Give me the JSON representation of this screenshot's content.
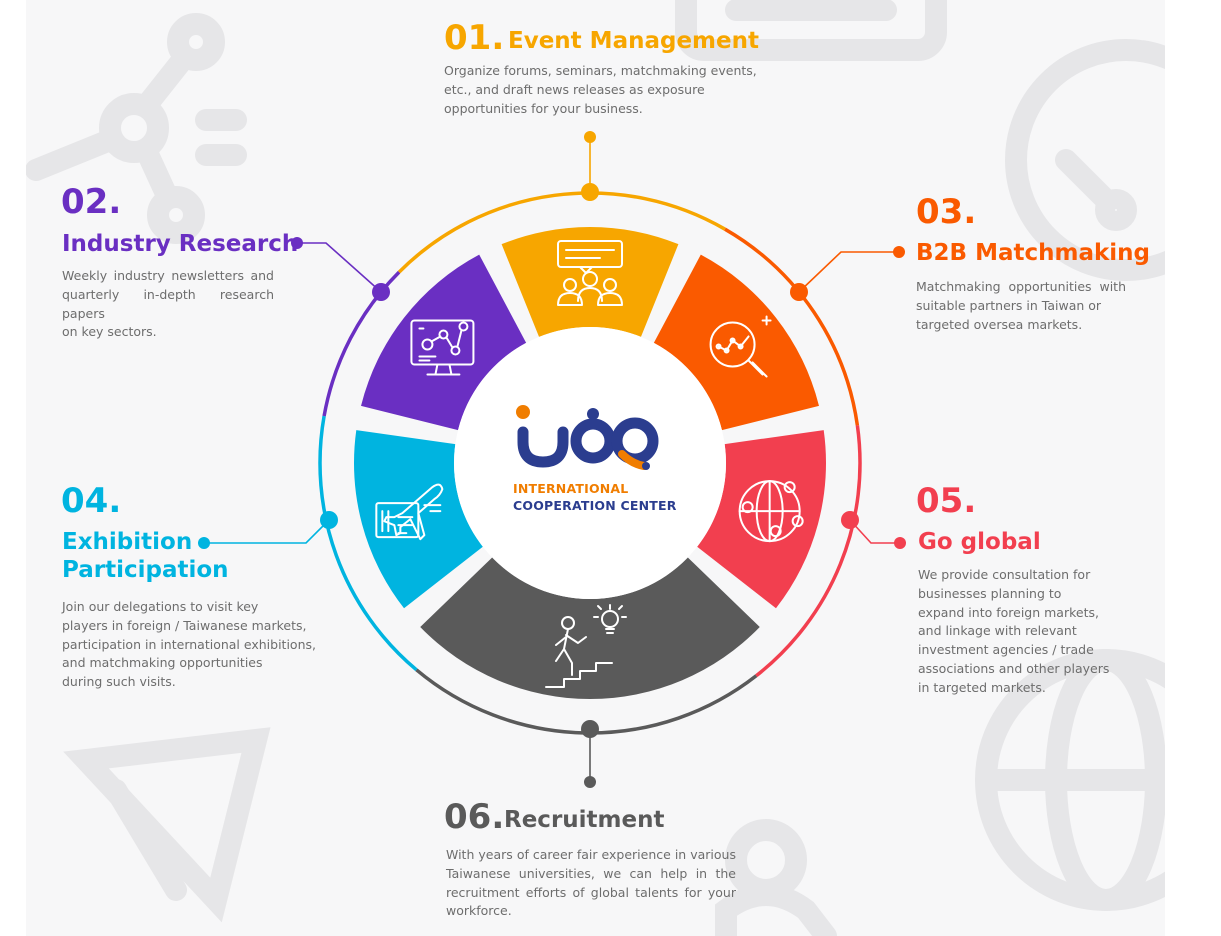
{
  "center": {
    "line1": "INTERNATIONAL",
    "line2": "COOPERATION CENTER"
  },
  "sections": [
    {
      "id": "event-management",
      "number": "01.",
      "title": "Event Management",
      "color": "#f7a600",
      "icon": "meeting-chat-icon",
      "desc": [
        "Organize forums, seminars, matchmaking events,",
        "etc., and draft news releases as exposure",
        "opportunities for your business."
      ]
    },
    {
      "id": "industry-research",
      "number": "02.",
      "title": "Industry Research",
      "color": "#6a2fc2",
      "icon": "monitor-analytics-icon",
      "desc": [
        "Weekly industry newsletters and",
        "quarterly in-depth research papers",
        "on key sectors."
      ]
    },
    {
      "id": "b2b-matchmaking",
      "number": "03.",
      "title": "B2B Matchmaking",
      "color": "#fa5a00",
      "icon": "magnifier-chart-icon",
      "desc": [
        "Matchmaking opportunities with",
        "suitable partners in Taiwan or",
        "targeted oversea markets."
      ]
    },
    {
      "id": "exhibition-participation",
      "number": "04.",
      "title": [
        "Exhibition",
        "Participation"
      ],
      "color": "#00b4e0",
      "icon": "airplane-ticket-icon",
      "desc": [
        "Join our delegations to visit key",
        "players in foreign / Taiwanese markets,",
        "participation in international exhibitions,",
        "and matchmaking opportunities",
        "during such visits."
      ]
    },
    {
      "id": "go-global",
      "number": "05.",
      "title": "Go global",
      "color": "#f23f4f",
      "icon": "globe-network-icon",
      "desc": [
        "We provide consultation for",
        "businesses planning to",
        "expand into foreign markets,",
        "and linkage with relevant",
        "investment agencies / trade",
        "associations and other players",
        "in targeted markets."
      ]
    },
    {
      "id": "recruitment",
      "number": "06.",
      "title": "Recruitment",
      "color": "#5a5a5a",
      "icon": "climbing-stairs-idea-icon",
      "desc": [
        "With years of career fair experience in various",
        "Taiwanese universities, we can help in the",
        "recruitment efforts of global talents for your",
        "workforce."
      ]
    }
  ],
  "logo_colors": {
    "blue": "#2b3d8f",
    "orange": "#f07d00"
  },
  "background_icons": [
    "network-icon",
    "chat-bubble-icon",
    "globe-icon",
    "airplane-icon",
    "person-icon"
  ]
}
